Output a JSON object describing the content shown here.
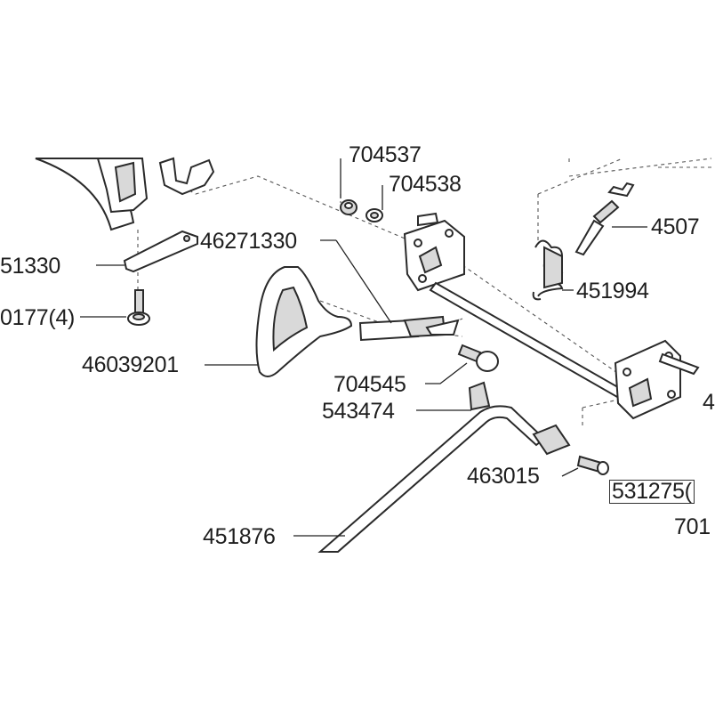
{
  "callouts": {
    "p704537": "704537",
    "p704538": "704538",
    "p451330": "51330",
    "p46271330": "46271330",
    "p450741": "4507",
    "p451994": "451994",
    "p460177": "0177(4)",
    "p46039201": "46039201",
    "p704545": "704545",
    "p543474": "543474",
    "p463015": "463015",
    "p531275": "531275(",
    "p701": "701",
    "p451876": "451876",
    "p4edge": "4"
  },
  "colors": {
    "line": "#2a2a2a",
    "text": "#1e1e1e",
    "fill_gray": "#d9d9d9",
    "background": "#ffffff"
  }
}
